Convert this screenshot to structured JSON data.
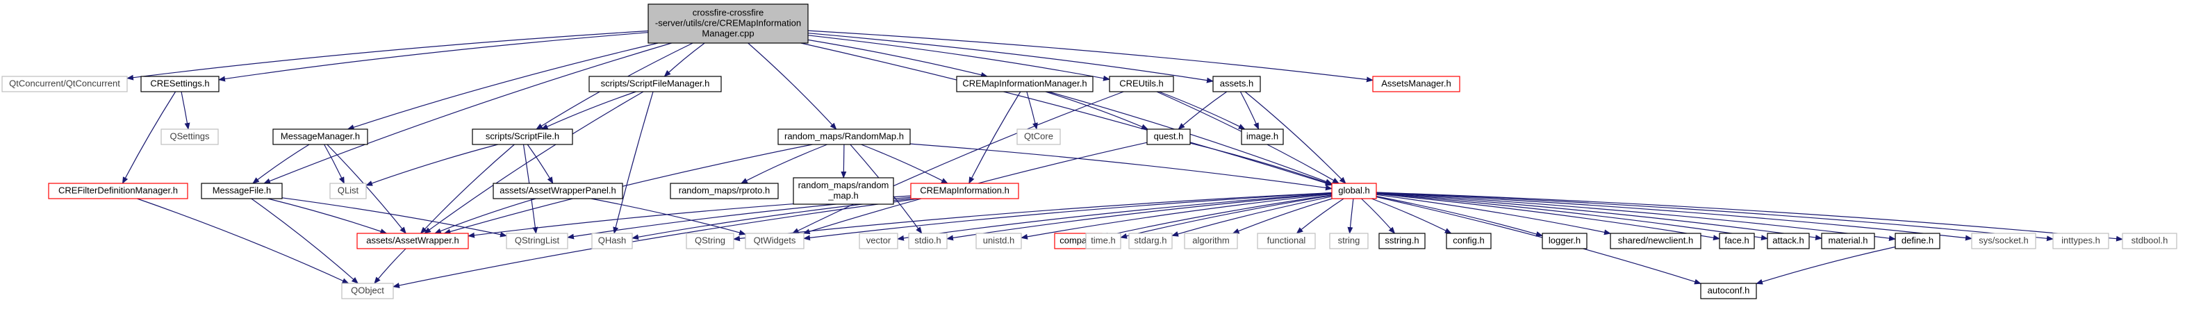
{
  "diagram": {
    "colors": {
      "root_fill": "#bfbfbf",
      "root_stroke": "#000000",
      "normal_stroke": "#000000",
      "missing_stroke": "#bfbfbf",
      "truncated_stroke": "#ff0000",
      "edge": "#191970",
      "text": "#000000",
      "missing_text": "#404040"
    },
    "nodes": [
      {
        "id": "root",
        "lines": [
          "crossfire-crossfire",
          "-server/utils/cre/CREMapInformation",
          "Manager.cpp"
        ],
        "style": "root"
      },
      {
        "id": "qtconcurrent",
        "lines": [
          "QtConcurrent/QtConcurrent"
        ],
        "style": "missing"
      },
      {
        "id": "cresettings",
        "lines": [
          "CRESettings.h"
        ],
        "style": "normal"
      },
      {
        "id": "qsettings",
        "lines": [
          "QSettings"
        ],
        "style": "missing"
      },
      {
        "id": "crefilter",
        "lines": [
          "CREFilterDefinitionManager.h"
        ],
        "style": "truncated"
      },
      {
        "id": "messagemanager",
        "lines": [
          "MessageManager.h"
        ],
        "style": "normal"
      },
      {
        "id": "messagefile",
        "lines": [
          "MessageFile.h"
        ],
        "style": "normal"
      },
      {
        "id": "qlist",
        "lines": [
          "QList"
        ],
        "style": "missing"
      },
      {
        "id": "scriptfilemanager",
        "lines": [
          "scripts/ScriptFileManager.h"
        ],
        "style": "normal"
      },
      {
        "id": "scriptfile",
        "lines": [
          "scripts/ScriptFile.h"
        ],
        "style": "normal"
      },
      {
        "id": "assetwrapperpanel",
        "lines": [
          "assets/AssetWrapperPanel.h"
        ],
        "style": "normal"
      },
      {
        "id": "assetwrapper",
        "lines": [
          "assets/AssetWrapper.h"
        ],
        "style": "truncated"
      },
      {
        "id": "qobject",
        "lines": [
          "QObject"
        ],
        "style": "missing"
      },
      {
        "id": "qstringlist",
        "lines": [
          "QStringList"
        ],
        "style": "missing"
      },
      {
        "id": "qhash",
        "lines": [
          "QHash"
        ],
        "style": "missing"
      },
      {
        "id": "randommap",
        "lines": [
          "random_maps/RandomMap.h"
        ],
        "style": "normal"
      },
      {
        "id": "rproto",
        "lines": [
          "random_maps/rproto.h"
        ],
        "style": "normal"
      },
      {
        "id": "random_map",
        "lines": [
          "random_maps/random",
          "_map.h"
        ],
        "style": "normal"
      },
      {
        "id": "cremapinfo",
        "lines": [
          "CREMapInformation.h"
        ],
        "style": "truncated"
      },
      {
        "id": "qstring",
        "lines": [
          "QString"
        ],
        "style": "missing"
      },
      {
        "id": "qtwidgets",
        "lines": [
          "QtWidgets"
        ],
        "style": "missing"
      },
      {
        "id": "cremapinfomgr",
        "lines": [
          "CREMapInformationManager.h"
        ],
        "style": "normal"
      },
      {
        "id": "qtcore",
        "lines": [
          "QtCore"
        ],
        "style": "missing"
      },
      {
        "id": "creutils",
        "lines": [
          "CREUtils.h"
        ],
        "style": "normal"
      },
      {
        "id": "quest",
        "lines": [
          "quest.h"
        ],
        "style": "normal"
      },
      {
        "id": "assets",
        "lines": [
          "assets.h"
        ],
        "style": "normal"
      },
      {
        "id": "image",
        "lines": [
          "image.h"
        ],
        "style": "normal"
      },
      {
        "id": "assetsmanager",
        "lines": [
          "AssetsManager.h"
        ],
        "style": "truncated"
      },
      {
        "id": "global",
        "lines": [
          "global.h"
        ],
        "style": "truncated"
      },
      {
        "id": "vector",
        "lines": [
          "vector"
        ],
        "style": "missing"
      },
      {
        "id": "stdio",
        "lines": [
          "stdio.h"
        ],
        "style": "missing"
      },
      {
        "id": "unistd",
        "lines": [
          "unistd.h"
        ],
        "style": "missing"
      },
      {
        "id": "compat",
        "lines": [
          "compat.h"
        ],
        "style": "truncated"
      },
      {
        "id": "time",
        "lines": [
          "time.h"
        ],
        "style": "missing"
      },
      {
        "id": "stdarg",
        "lines": [
          "stdarg.h"
        ],
        "style": "missing"
      },
      {
        "id": "algorithm",
        "lines": [
          "algorithm"
        ],
        "style": "missing"
      },
      {
        "id": "functional",
        "lines": [
          "functional"
        ],
        "style": "missing"
      },
      {
        "id": "string",
        "lines": [
          "string"
        ],
        "style": "missing"
      },
      {
        "id": "sstring",
        "lines": [
          "sstring.h"
        ],
        "style": "normal"
      },
      {
        "id": "config",
        "lines": [
          "config.h"
        ],
        "style": "normal"
      },
      {
        "id": "logger",
        "lines": [
          "logger.h"
        ],
        "style": "normal"
      },
      {
        "id": "newclient",
        "lines": [
          "shared/newclient.h"
        ],
        "style": "normal"
      },
      {
        "id": "face",
        "lines": [
          "face.h"
        ],
        "style": "normal"
      },
      {
        "id": "attack",
        "lines": [
          "attack.h"
        ],
        "style": "normal"
      },
      {
        "id": "material",
        "lines": [
          "material.h"
        ],
        "style": "normal"
      },
      {
        "id": "define",
        "lines": [
          "define.h"
        ],
        "style": "normal"
      },
      {
        "id": "syssocket",
        "lines": [
          "sys/socket.h"
        ],
        "style": "missing"
      },
      {
        "id": "inttypes",
        "lines": [
          "inttypes.h"
        ],
        "style": "missing"
      },
      {
        "id": "stdbool",
        "lines": [
          "stdbool.h"
        ],
        "style": "missing"
      },
      {
        "id": "autoconf",
        "lines": [
          "autoconf.h"
        ],
        "style": "normal"
      }
    ],
    "edges": [
      [
        "root",
        "qtconcurrent"
      ],
      [
        "root",
        "cresettings"
      ],
      [
        "root",
        "messagemanager"
      ],
      [
        "root",
        "messagefile"
      ],
      [
        "root",
        "scriptfilemanager"
      ],
      [
        "root",
        "scriptfile"
      ],
      [
        "root",
        "randommap"
      ],
      [
        "root",
        "cremapinfomgr"
      ],
      [
        "root",
        "creutils"
      ],
      [
        "root",
        "assets"
      ],
      [
        "root",
        "global"
      ],
      [
        "root",
        "assetsmanager"
      ],
      [
        "cresettings",
        "qsettings"
      ],
      [
        "cresettings",
        "crefilter"
      ],
      [
        "crefilter",
        "qobject"
      ],
      [
        "messagemanager",
        "messagefile"
      ],
      [
        "messagemanager",
        "qlist"
      ],
      [
        "messagemanager",
        "assetwrapper"
      ],
      [
        "messagefile",
        "assetwrapper"
      ],
      [
        "messagefile",
        "qstringlist"
      ],
      [
        "messagefile",
        "qobject"
      ],
      [
        "scriptfilemanager",
        "scriptfile"
      ],
      [
        "scriptfilemanager",
        "assetwrapper"
      ],
      [
        "scriptfilemanager",
        "qhash"
      ],
      [
        "scriptfile",
        "qlist"
      ],
      [
        "scriptfile",
        "assetwrapper"
      ],
      [
        "scriptfile",
        "assetwrapperpanel"
      ],
      [
        "scriptfile",
        "qstringlist"
      ],
      [
        "assetwrapperpanel",
        "assetwrapper"
      ],
      [
        "assetwrapperpanel",
        "qtwidgets"
      ],
      [
        "assetwrapper",
        "qobject"
      ],
      [
        "randommap",
        "rproto"
      ],
      [
        "randommap",
        "random_map"
      ],
      [
        "randommap",
        "cremapinfo"
      ],
      [
        "randommap",
        "assetwrapper"
      ],
      [
        "randommap",
        "global"
      ],
      [
        "randommap",
        "stdio"
      ],
      [
        "cremapinfo",
        "qobject"
      ],
      [
        "cremapinfo",
        "qstringlist"
      ],
      [
        "cremapinfo",
        "qhash"
      ],
      [
        "cremapinfo",
        "assetwrapper"
      ],
      [
        "cremapinfomgr",
        "cremapinfo"
      ],
      [
        "cremapinfomgr",
        "qtcore"
      ],
      [
        "cremapinfomgr",
        "quest"
      ],
      [
        "cremapinfomgr",
        "global"
      ],
      [
        "creutils",
        "image"
      ],
      [
        "creutils",
        "global"
      ],
      [
        "creutils",
        "qtwidgets"
      ],
      [
        "assets",
        "quest"
      ],
      [
        "assets",
        "image"
      ],
      [
        "assets",
        "global"
      ],
      [
        "quest",
        "global"
      ],
      [
        "quest",
        "qtwidgets"
      ],
      [
        "global",
        "vector"
      ],
      [
        "global",
        "stdio"
      ],
      [
        "global",
        "unistd"
      ],
      [
        "global",
        "compat"
      ],
      [
        "global",
        "time"
      ],
      [
        "global",
        "stdarg"
      ],
      [
        "global",
        "algorithm"
      ],
      [
        "global",
        "functional"
      ],
      [
        "global",
        "string"
      ],
      [
        "global",
        "sstring"
      ],
      [
        "global",
        "config"
      ],
      [
        "global",
        "logger"
      ],
      [
        "global",
        "newclient"
      ],
      [
        "global",
        "face"
      ],
      [
        "global",
        "attack"
      ],
      [
        "global",
        "material"
      ],
      [
        "global",
        "define"
      ],
      [
        "global",
        "syssocket"
      ],
      [
        "global",
        "inttypes"
      ],
      [
        "global",
        "stdbool"
      ],
      [
        "global",
        "autoconf"
      ],
      [
        "global",
        "qstring"
      ],
      [
        "global",
        "qtwidgets"
      ],
      [
        "define",
        "autoconf"
      ]
    ]
  }
}
